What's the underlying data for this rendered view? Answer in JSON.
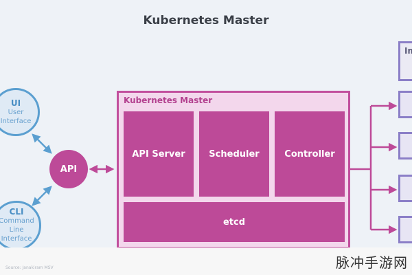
{
  "title": "Kubernetes Master",
  "master": {
    "label": "Kubernetes Master",
    "components": [
      "API Server",
      "Scheduler",
      "Controller"
    ],
    "store": "etcd"
  },
  "clients": {
    "ui": {
      "title": "UI",
      "line1": "User",
      "line2": "Interface"
    },
    "cli": {
      "title": "CLI",
      "line1": "Command",
      "line2": "Line",
      "line3": "Interface"
    }
  },
  "api_node": "API",
  "nodes_header": "Im",
  "credit": "Source: Janakiram MSV",
  "watermark": "脉冲手游网",
  "colors": {
    "master_border": "#c24f9d",
    "component_fill": "#bd4a98",
    "client_border": "#5b9fd0",
    "node_border": "#8b7fc7"
  }
}
